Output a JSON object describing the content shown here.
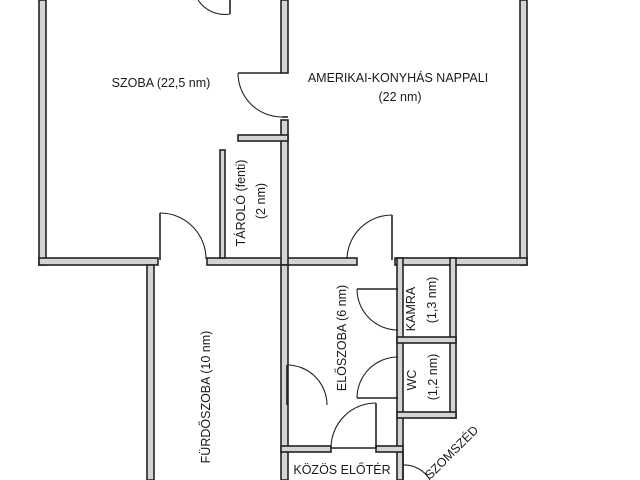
{
  "rooms": {
    "szoba_name": "SZOBA (22,5 nm)",
    "nappali_name": "AMERIKAI-KONYHÁS NAPPALI",
    "nappali_area": "(22 nm)",
    "tarolo_name": "TÁROLÓ (fenti)",
    "tarolo_area": "(2 nm)",
    "eloszoba": "ELŐSZOBA (6 nm)",
    "kamra_name": "KAMRA",
    "kamra_area": "(1,3 nm)",
    "wc_name": "WC",
    "wc_area": "(1,2 nm)",
    "furdoszoba": "FÜRDŐSZOBA (10 nm)",
    "kozos_eloter": "KÖZÖS ELŐTÉR",
    "szomszed": "SZOMSZÉD"
  },
  "colors": {
    "wall_fill": "#d4d4d4",
    "wall_stroke": "#222222",
    "background": "#ffffff"
  }
}
